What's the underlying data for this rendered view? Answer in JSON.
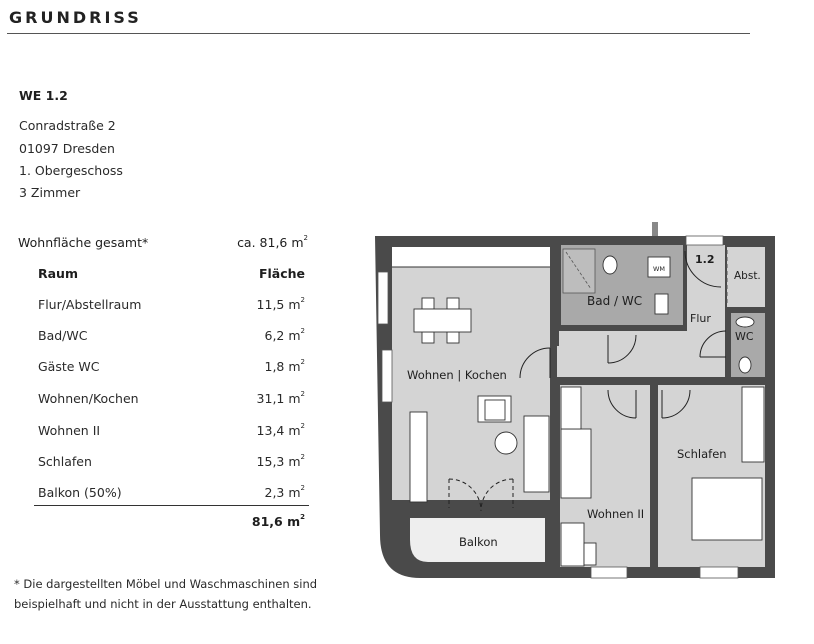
{
  "header": {
    "title": "GRUNDRISS"
  },
  "unit": {
    "id": "WE 1.2",
    "address_lines": [
      "Conradstraße 2",
      "01097 Dresden",
      "1. Obergeschoss",
      "3 Zimmer"
    ]
  },
  "area_summary": {
    "total_label": "Wohnfläche gesamt*",
    "total_value": "ca. 81,6 m",
    "unit_sup": "2",
    "columns": {
      "room": "Raum",
      "area": "Fläche"
    },
    "rows": [
      {
        "room": "Flur/Abstellraum",
        "area": "11,5 m"
      },
      {
        "room": "Bad/WC",
        "area": "6,2 m"
      },
      {
        "room": "Gäste WC",
        "area": "1,8 m"
      },
      {
        "room": "Wohnen/Kochen",
        "area": "31,1 m"
      },
      {
        "room": "Wohnen II",
        "area": "13,4 m"
      },
      {
        "room": "Schlafen",
        "area": "15,3 m"
      },
      {
        "room": "Balkon (50%)",
        "area": "2,3 m"
      }
    ],
    "sum": "81,6 m"
  },
  "footnote": {
    "lines": [
      "* Die dargestellten Möbel und Waschmaschinen sind",
      "beispielhaft und nicht in der Ausstattung enthalten."
    ]
  },
  "floorplan": {
    "labels": {
      "living_kitchen": "Wohnen | Kochen",
      "bath": "Bad / WC",
      "washer": "WM",
      "unit_number": "1.2",
      "storage": "Abst.",
      "hallway": "Flur",
      "guest_wc": "WC",
      "bedroom": "Schlafen",
      "living2": "Wohnen II",
      "balcony": "Balkon"
    },
    "colors": {
      "wall": "#4a4a4a",
      "floor": "#d4d4d4",
      "wet_room": "#a9a9a9",
      "white": "#ffffff"
    }
  }
}
